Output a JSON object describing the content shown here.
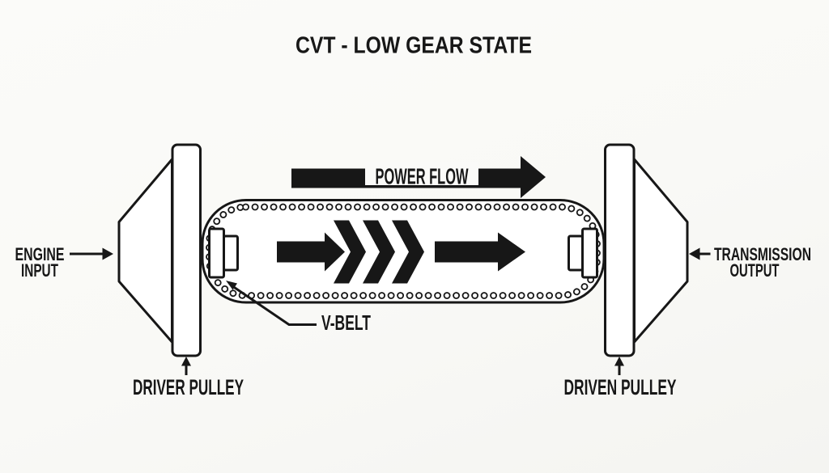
{
  "title": "CVT - LOW GEAR STATE",
  "annotations": {
    "power_flow": "POWER FLOW",
    "v_belt": "V-BELT",
    "engine_input": {
      "line1": "ENGINE",
      "line2": "INPUT"
    },
    "transmission_output": {
      "line1": "TRANSMISSION",
      "line2": "OUTPUT"
    },
    "driver_pulley": "DRIVER PULLEY",
    "driven_pulley": "DRIVEN PULLEY"
  },
  "colors": {
    "line": "#171717",
    "background": "#fafaf8",
    "shape_fill": "#ffffff"
  }
}
